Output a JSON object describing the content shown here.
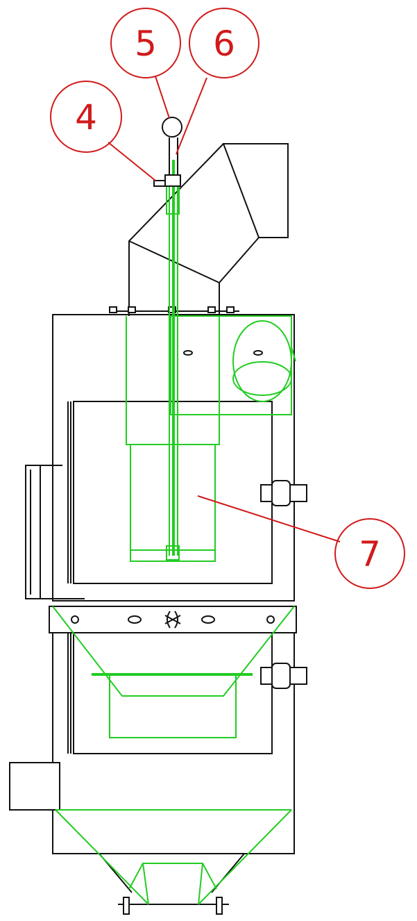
{
  "callouts": {
    "c4": "4",
    "c5": "5",
    "c6": "6",
    "c7": "7"
  },
  "colors": {
    "outline": "#111111",
    "hidden_parts": "#22cc22",
    "callouts": "#d11a1a",
    "background": "#ffffff"
  }
}
